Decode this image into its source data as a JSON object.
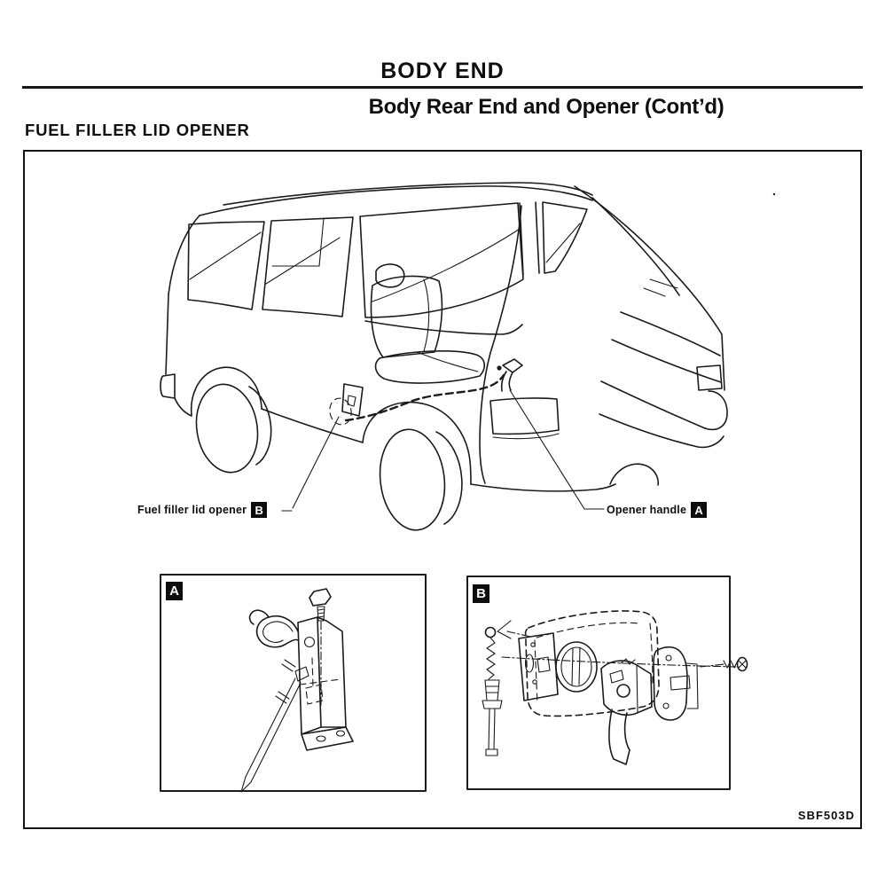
{
  "page": {
    "section_title": "BODY END",
    "subsection_title": "Body Rear End and Opener (Cont’d)",
    "heading": "FUEL FILLER LID OPENER",
    "figure_code": "SBF503D"
  },
  "figure": {
    "callout_left": {
      "label": "Fuel filler lid opener",
      "badge": "B"
    },
    "callout_right": {
      "label": "Opener handle",
      "badge": "A"
    },
    "inset_a": {
      "badge": "A"
    },
    "inset_b": {
      "badge": "B"
    },
    "line_color": "#1b1b1b",
    "background_color": "#ffffff"
  }
}
